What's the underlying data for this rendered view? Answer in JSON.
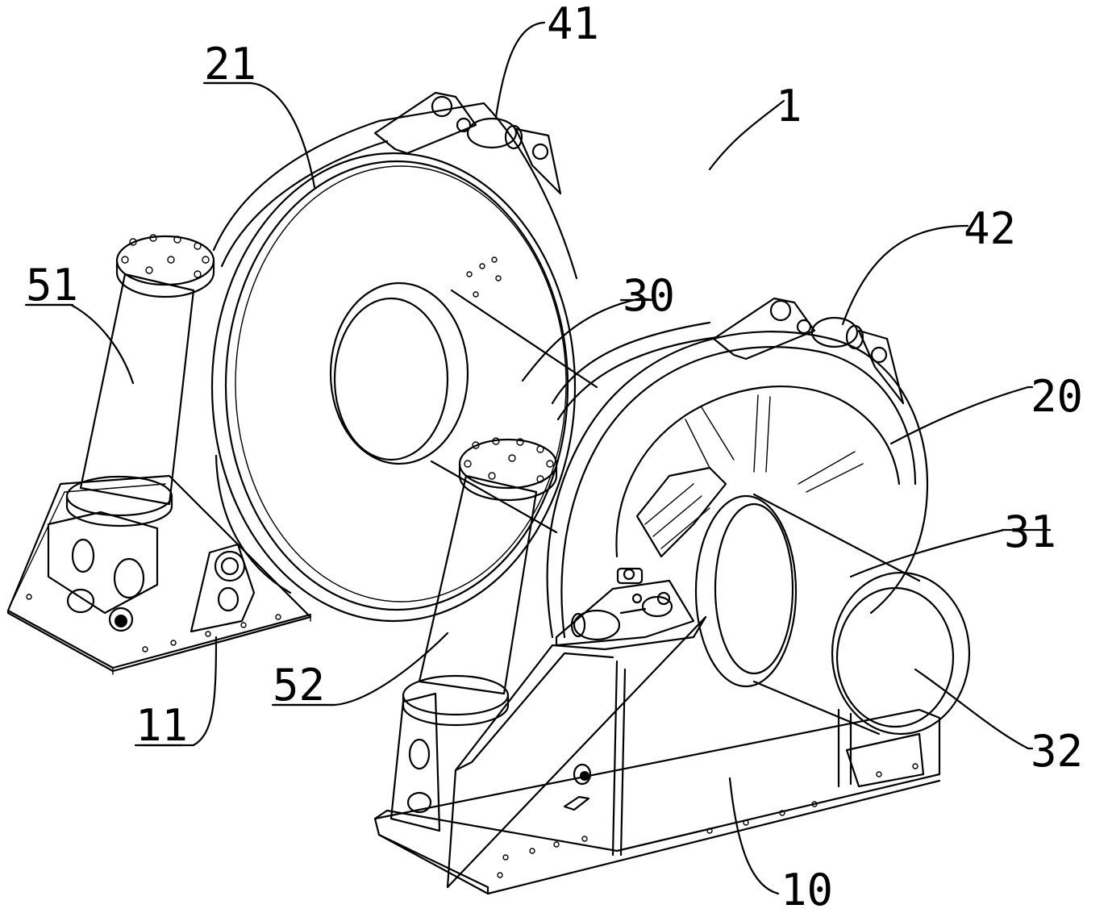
{
  "labels": {
    "l1": "1",
    "l10": "10",
    "l11": "11",
    "l20": "20",
    "l21": "21",
    "l30": "30",
    "l31": "31",
    "l32": "32",
    "l41": "41",
    "l42": "42",
    "l51": "51",
    "l52": "52"
  }
}
